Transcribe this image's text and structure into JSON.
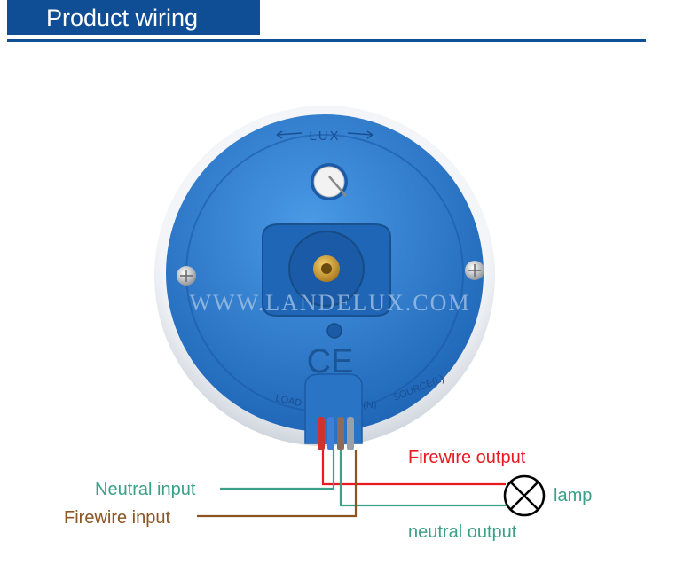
{
  "header": {
    "title": "Product wiring"
  },
  "device": {
    "lux_label": "LUX",
    "watermark": "WWW.LANDELUX.COM",
    "ce_mark": "CE",
    "terminal_labels": [
      "LOAD",
      "COMMON(N)",
      "SOURCE(L)"
    ]
  },
  "wiring": {
    "neutral_input": "Neutral input",
    "firewire_input": "Firewire input",
    "firewire_output": "Firewire output",
    "neutral_output": "neutral output",
    "lamp": "lamp"
  },
  "colors": {
    "header_bg": "#0f4e95",
    "body_blue": "#2f7fd0",
    "neutral_wire": "#3aa087",
    "firewire_input_wire": "#8a5523",
    "firewire_output_wire": "#e8191f"
  }
}
